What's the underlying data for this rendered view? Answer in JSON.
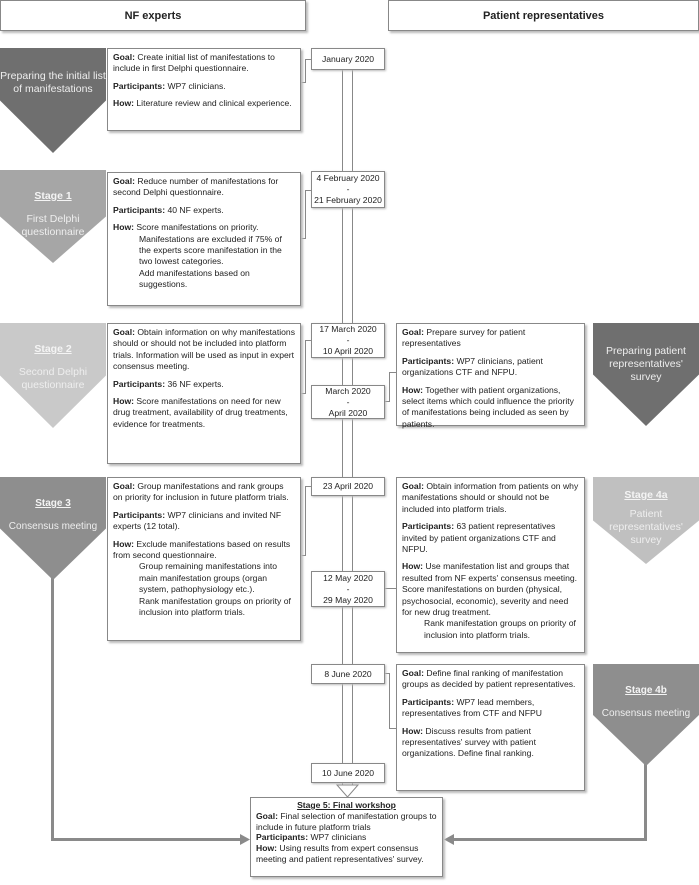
{
  "headers": {
    "left": "NF experts",
    "right": "Patient representatives"
  },
  "labels": {
    "goal": "Goal:",
    "participants": "Participants:",
    "how": "How:"
  },
  "stages": {
    "prep": {
      "title": "Preparing the initial list of manifestations",
      "color": "#6f6f6f"
    },
    "s1": {
      "stage": "Stage 1",
      "title": "First Delphi questionnaire",
      "color": "#a6a6a6"
    },
    "s2": {
      "stage": "Stage 2",
      "title": "Second Delphi questionnaire",
      "color": "#c9c9c9"
    },
    "s3": {
      "stage": "Stage 3",
      "title": "Consensus meeting",
      "color": "#8e8e8e"
    },
    "pprep": {
      "title": "Preparing patient representatives' survey",
      "color": "#6f6f6f"
    },
    "s4a": {
      "stage": "Stage 4a",
      "title": "Patient representatives' survey",
      "color": "#c0c0c0"
    },
    "s4b": {
      "stage": "Stage 4b",
      "title": "Consensus meeting",
      "color": "#8e8e8e"
    }
  },
  "boxes": {
    "prep": {
      "goal": "Create initial list of manifestations to include in first Delphi questionnaire.",
      "participants": "WP7 clinicians.",
      "how": "Literature review and clinical experience."
    },
    "s1": {
      "goal": "Reduce number of manifestations for second Delphi questionnaire.",
      "participants": "40 NF experts.",
      "how1": "Score manifestations on priority.",
      "how2": "Manifestations are excluded if 75% of the experts score manifestation in the two lowest categories.",
      "how3": "Add manifestations based on suggestions."
    },
    "s2": {
      "goal": "Obtain information on why manifestations should or should not be included into platform trials. Information will be used as input in expert consensus meeting.",
      "participants": "36 NF experts.",
      "how": "Score manifestations on need for new drug treatment, availability of drug treatments, evidence for treatments."
    },
    "s3": {
      "goal": "Group manifestations and rank groups on priority for inclusion in future platform trials.",
      "participants": "WP7 clinicians and invited NF experts (12 total).",
      "how1": "Exclude manifestations based on results from second questionnaire.",
      "how2": "Group remaining manifestations into main manifestation groups (organ system, pathophysiology etc.).",
      "how3": "Rank manifestation groups on priority of inclusion into platform trials."
    },
    "pprep": {
      "goal": "Prepare survey for patient representatives",
      "participants": "WP7 clinicians, patient organizations CTF and NFPU.",
      "how": "Together with patient organizations, select items which could influence the priority of manifestations being included as seen by patients."
    },
    "s4a": {
      "goal": "Obtain information from patients on why manifestations should or should not be included into platform trials.",
      "participants": "63 patient representatives invited by patient organizations CTF and NFPU.",
      "how1": "Use manifestation list and groups that resulted from NF experts' consensus meeting. Score manifestations on burden (physical, psychosocial, economic), severity and need for new drug treatment.",
      "how2": "Rank manifestation groups on priority of inclusion into platform trials."
    },
    "s4b": {
      "goal": "Define final ranking of manifestation groups as decided by patient representatives.",
      "participants": "WP7 lead members, representatives from CTF and NFPU",
      "how": "Discuss results from patient representatives' survey with patient organizations. Define final ranking."
    },
    "s5": {
      "title": "Stage 5: Final workshop",
      "goal": "Final selection of manifestation groups to include in future platform trials",
      "participants": "WP7 clinicians",
      "how": "Using results from expert consensus meeting and patient representatives' survey."
    }
  },
  "dates": {
    "jan": "January 2020",
    "feb_a": "4  February 2020",
    "feb_sep": "-",
    "feb_b": "21 February 2020",
    "mar_a": "17 March 2020",
    "mar_sep": "-",
    "mar_b": "10 April 2020",
    "ma_a": "March 2020",
    "ma_sep": "-",
    "ma_b": "April 2020",
    "apr23": "23 April 2020",
    "may_a": "12 May 2020",
    "may_sep": "-",
    "may_b": "29 May 2020",
    "jun8": "8 June 2020",
    "jun10": "10 June 2020"
  }
}
